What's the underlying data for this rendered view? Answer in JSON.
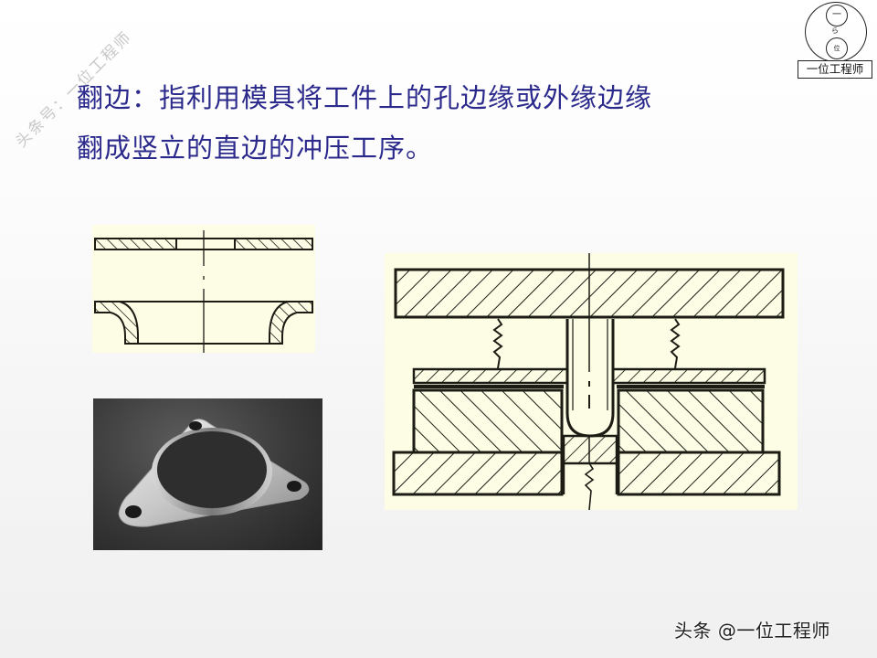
{
  "watermark": {
    "diagonal_text": "头条号：一位工程师",
    "footer_text": "头条 @一位工程师"
  },
  "logo": {
    "top_char": "一",
    "middle_char": "ら",
    "bottom_char": "位",
    "label": "一位工程师"
  },
  "heading": {
    "line1": "翻边：指利用模具将工件上的孔边缘或外缘边缘",
    "line2": "翻成竖立的直边的冲压工序。"
  },
  "figures": {
    "flange_section": "flange cross-section before and after flanging",
    "die_section": "flanging die cross-section with punch, springs and stripper plate",
    "photo": "stamped triangular flange part with upright rim and three bolt holes"
  },
  "colors": {
    "heading": "#2b2a8c",
    "figure_bg": "#fdfde6",
    "line": "#1c1c14"
  }
}
